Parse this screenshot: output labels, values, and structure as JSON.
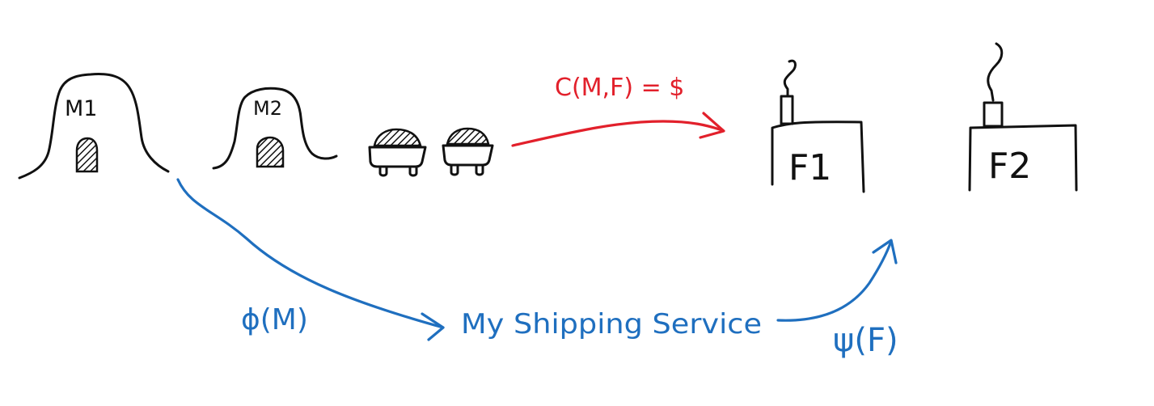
{
  "colors": {
    "ink": "#111111",
    "cost_arrow": "#e2202b",
    "shipping_arrow": "#1f6fbf",
    "background": "#ffffff"
  },
  "mines": [
    {
      "label": "M1"
    },
    {
      "label": "M2"
    }
  ],
  "factories": [
    {
      "label": "F1"
    },
    {
      "label": "F2"
    }
  ],
  "carts": [
    {
      "icon": "ore-cart-icon"
    },
    {
      "icon": "ore-cart-icon"
    }
  ],
  "cost_label": "C(M,F) = $",
  "phi_label": "ϕ(M)",
  "psi_label": "ψ(F)",
  "service_label": "My Shipping Service"
}
